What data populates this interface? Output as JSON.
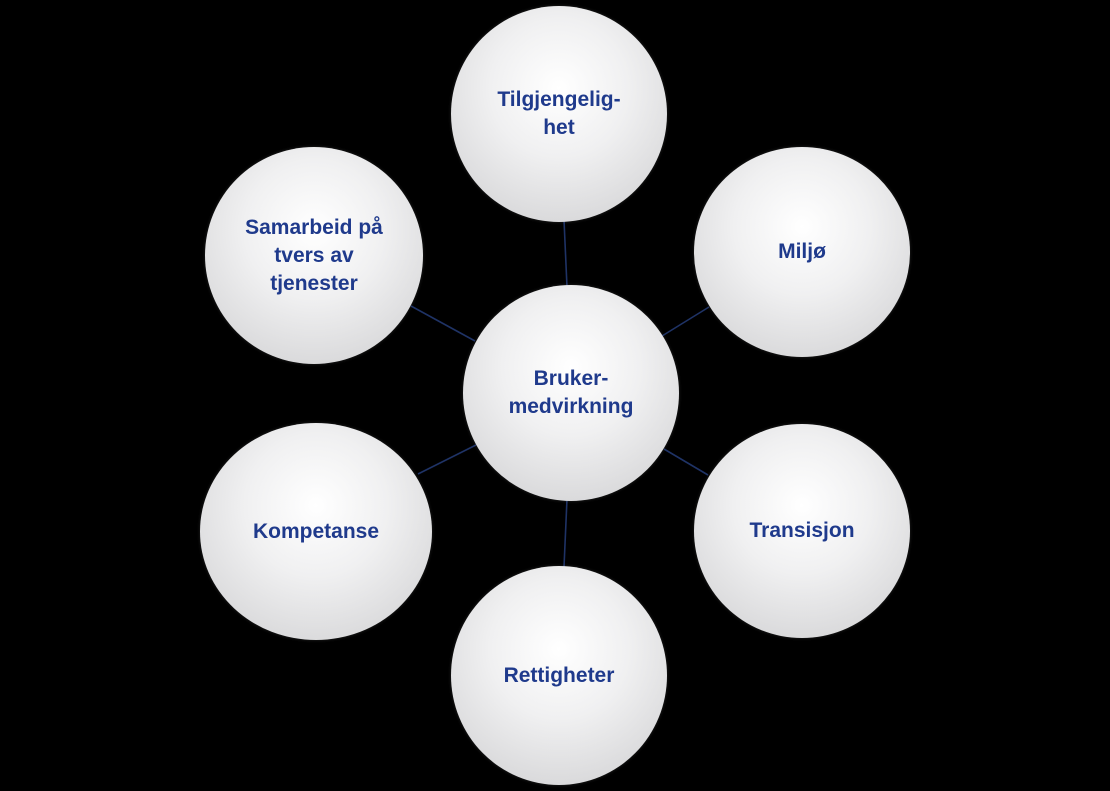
{
  "colors": {
    "background": "#000000",
    "node_fill_light": "#ffffff",
    "node_fill_dark": "#cdcdcf",
    "text": "#1f3a8c",
    "connector": "#1f3366"
  },
  "center": {
    "label": "Bruker-\nmedvirkning"
  },
  "nodes": {
    "top": {
      "label": "Tilgjengelig-\nhet"
    },
    "top_right": {
      "label": "Miljø"
    },
    "top_left": {
      "label": "Samarbeid på\ntvers av\ntjenester"
    },
    "left": {
      "label": "Kompetanse"
    },
    "bottom_right": {
      "label": "Transisjon"
    },
    "bottom": {
      "label": "Rettigheter"
    }
  }
}
